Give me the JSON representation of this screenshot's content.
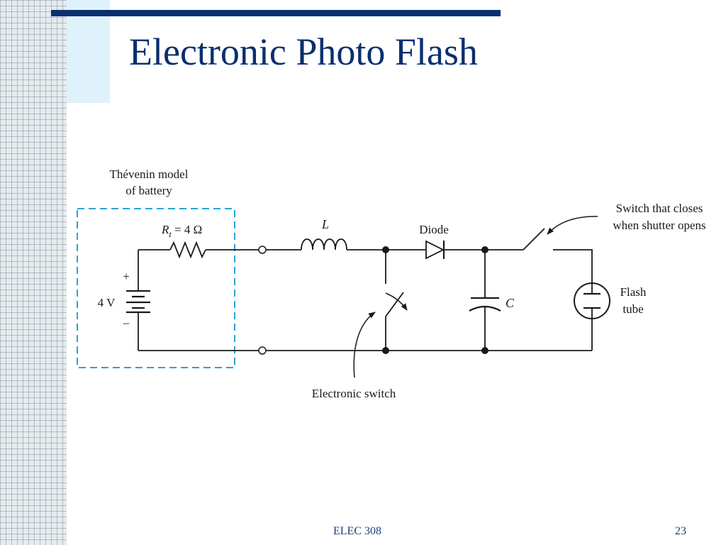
{
  "slide": {
    "title": "Electronic Photo Flash",
    "footer_course": "ELEC 308",
    "page_number": "23"
  },
  "colors": {
    "title": "#0a2f6f",
    "top_bar": "#0a2f6f",
    "thevenin_box": "#2aa3d6",
    "wire": "#1a1a1a"
  },
  "diagram": {
    "thevenin_label": [
      "Thévenin model",
      "of battery"
    ],
    "resistor_label": {
      "symbol": "R",
      "subscript": "t",
      "value": " = 4 Ω"
    },
    "battery_voltage": "4 V",
    "battery_plus": "+",
    "battery_minus": "–",
    "inductor_label": "L",
    "diode_label": "Diode",
    "capacitor_label": "C",
    "shutter_switch_label": [
      "Switch that closes",
      "when shutter opens"
    ],
    "flash_tube_label": [
      "Flash",
      "tube"
    ],
    "electronic_switch_label": "Electronic switch"
  }
}
